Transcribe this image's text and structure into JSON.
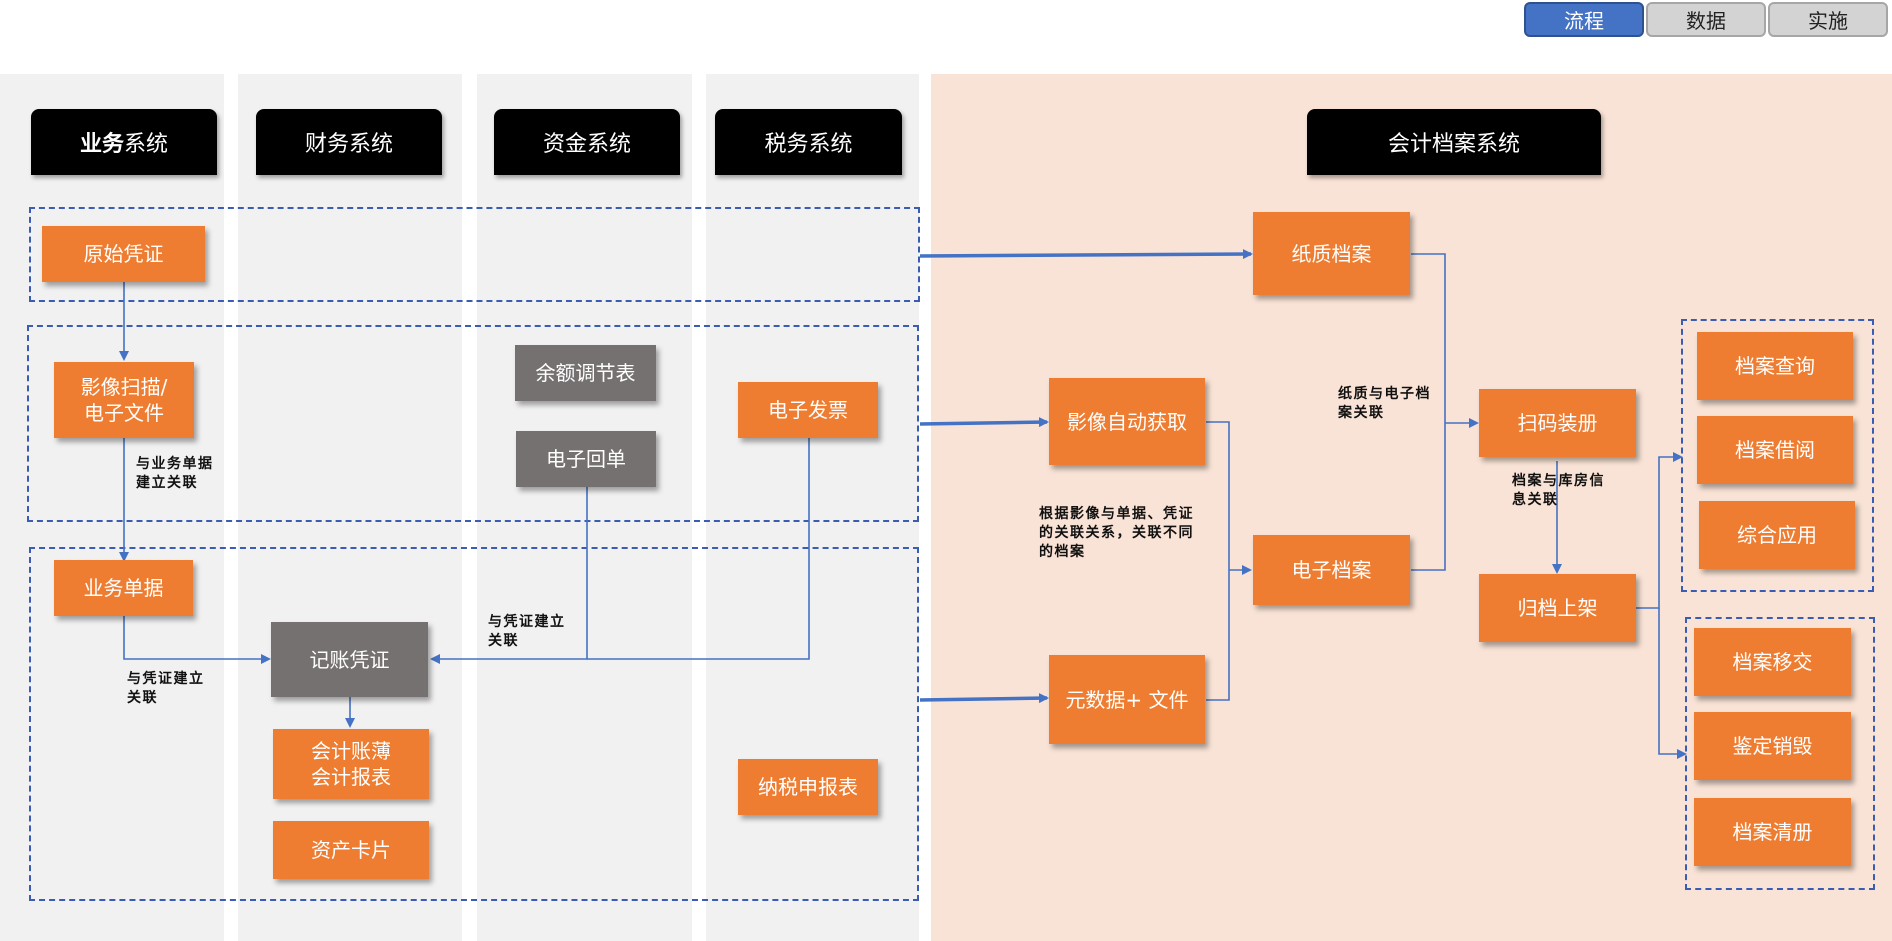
{
  "tabs": [
    {
      "label": "流程",
      "active": true
    },
    {
      "label": "数据",
      "active": false
    },
    {
      "label": "实施",
      "active": false
    }
  ],
  "headers": {
    "business_bold": "业务",
    "business_rest": "系统",
    "finance": "财务系统",
    "fund": "资金系统",
    "tax": "税务系统",
    "archive": "会计档案系统"
  },
  "nodes": {
    "original_voucher": "原始凭证",
    "image_scan": "影像扫描/\n电子文件",
    "business_doc": "业务单据",
    "accounting_voucher": "记账凭证",
    "ledger_report": "会计账薄\n会计报表",
    "asset_card": "资产卡片",
    "balance_table": "余额调节表",
    "e_receipt": "电子回单",
    "e_invoice": "电子发票",
    "tax_return": "纳税申报表",
    "paper_archive": "纸质档案",
    "image_auto": "影像自动获取",
    "metadata_file": "元数据+ 文件",
    "e_archive": "电子档案",
    "scan_bind": "扫码装册",
    "archive_shelf": "归档上架",
    "archive_query": "档案查询",
    "archive_borrow": "档案借阅",
    "integrated_app": "综合应用",
    "archive_transfer": "档案移交",
    "appraise_destroy": "鉴定销毁",
    "archive_clear": "档案清册"
  },
  "notes": {
    "link_business": "与业务单据\n建立关联",
    "link_voucher_left": "与凭证建立\n关联",
    "link_voucher_mid": "与凭证建立\n关联",
    "classify": "根据影像与单据、凭证\n的关联关系，关联不同\n的档案",
    "paper_e_link": "纸质与电子档\n案关联",
    "storage_link": "档案与库房信\n息关联"
  },
  "colors": {
    "orange": "#ee7d31",
    "gray": "#767171",
    "arrow": "#4472c4",
    "dash": "#3a5db3",
    "archive_bg": "#f9e3d6",
    "lane_bg": "#f1f1f1"
  }
}
